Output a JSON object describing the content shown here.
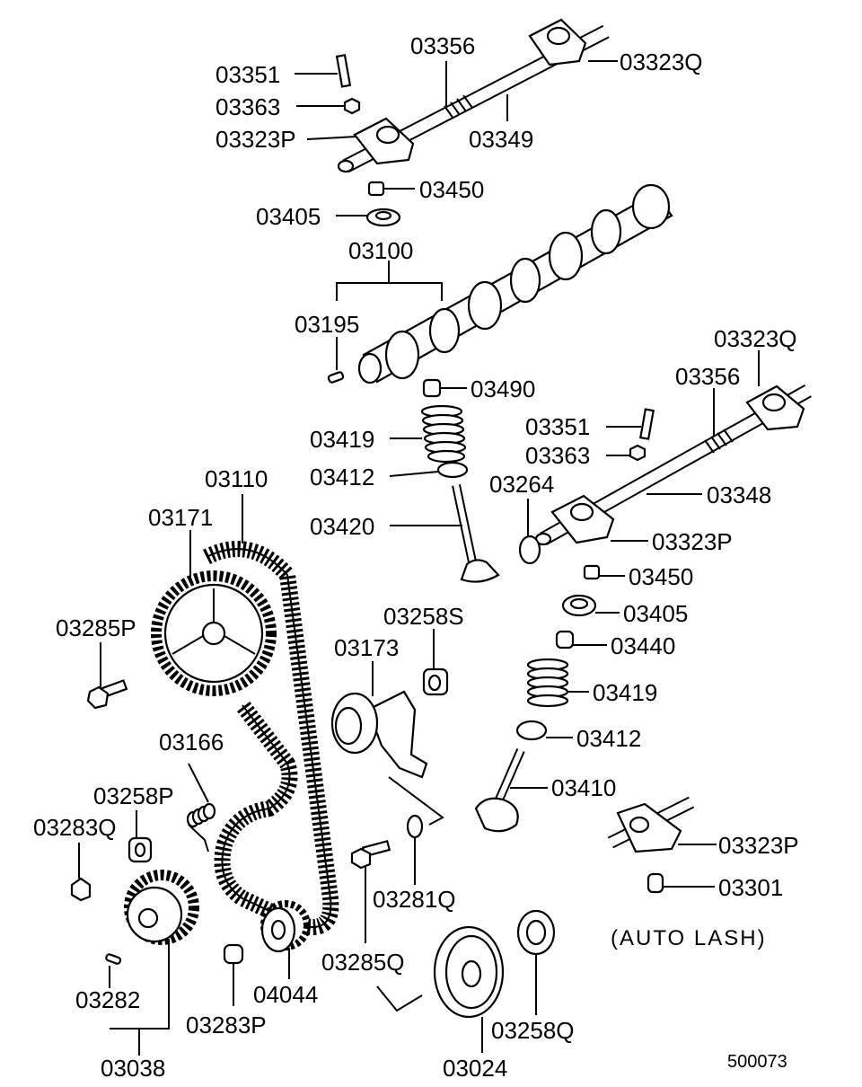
{
  "diagram_code": "500073",
  "auto_lash_note": "(AUTO  LASH)",
  "labels": {
    "p03356a": "03356",
    "p03323Qa": "03323Q",
    "p03351a": "03351",
    "p03363a": "03363",
    "p03323Pa": "03323P",
    "p03349": "03349",
    "p03450a": "03450",
    "p03405a": "03405",
    "p03100": "03100",
    "p03195": "03195",
    "p03490": "03490",
    "p03419a": "03419",
    "p03412a": "03412",
    "p03420": "03420",
    "p03323Qb": "03323Q",
    "p03356b": "03356",
    "p03351b": "03351",
    "p03363b": "03363",
    "p03264": "03264",
    "p03348": "03348",
    "p03323Pb": "03323P",
    "p03450b": "03450",
    "p03405b": "03405",
    "p03440": "03440",
    "p03419b": "03419",
    "p03412b": "03412",
    "p03410": "03410",
    "p03323Pc": "03323P",
    "p03301": "03301",
    "p03110": "03110",
    "p03171": "03171",
    "p03285P": "03285P",
    "p03258S": "03258S",
    "p03173": "03173",
    "p03166": "03166",
    "p03258P": "03258P",
    "p03283Q": "03283Q",
    "p03281Q": "03281Q",
    "p03285Q": "03285Q",
    "p04044": "04044",
    "p03282": "03282",
    "p03283P": "03283P",
    "p03038": "03038",
    "p03024": "03024",
    "p03258Q": "03258Q"
  }
}
